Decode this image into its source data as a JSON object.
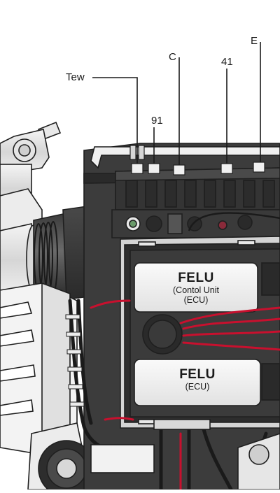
{
  "callouts": {
    "tew": "Tew",
    "c": "C",
    "e": "E",
    "n41": "41",
    "n91": "91"
  },
  "ecu_upper": {
    "title": "FELU",
    "line1": "(Contol Unit",
    "line2": "(ECU)"
  },
  "ecu_lower": {
    "title": "FELU",
    "line1": "(ECU)"
  },
  "colors": {
    "outline": "#1f1f1f",
    "body_dark": "#3a3a3a",
    "body_mid": "#5a5a5a",
    "body_light": "#d9d9d9",
    "metal": "#e6e6e6",
    "wire_red": "#c8102e",
    "wire_black": "#1a1a1a",
    "panel": "#f2f2f2"
  }
}
